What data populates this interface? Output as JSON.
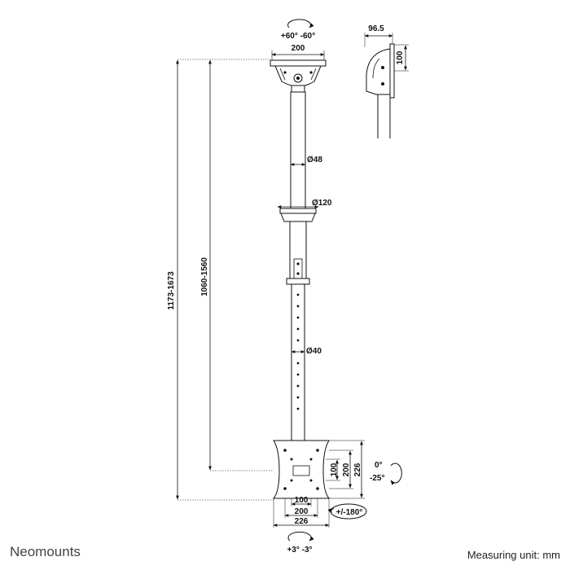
{
  "diagram": {
    "brand": "Neomounts",
    "measuring_unit": "Measuring unit: mm",
    "dimensions": {
      "ceiling_plate_width": "200",
      "swivel_top": "+60°  -60°",
      "side_view_depth": "96.5",
      "side_view_height": "100",
      "upper_pole_diameter": "Ø48",
      "collar_diameter": "Ø120",
      "lower_pole_diameter": "Ø40",
      "total_height": "1173-1673",
      "pole_height": "1060-1560",
      "tilt": "0°",
      "tilt_back": "-25°",
      "vesa_height_100": "100",
      "vesa_height_200": "200",
      "plate_height": "226",
      "vesa_width_100": "100",
      "vesa_width_200": "200",
      "plate_width": "226",
      "rotation": "+/-180°",
      "level_adjust": "+3°  -3°"
    }
  }
}
